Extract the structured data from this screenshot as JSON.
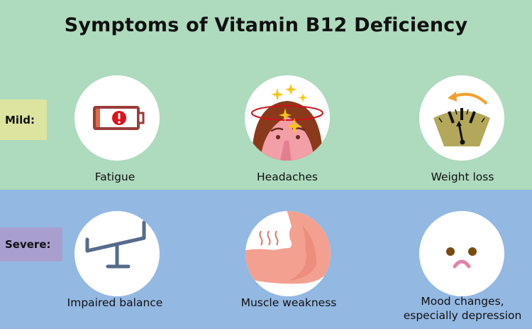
{
  "title": "Symptoms of Vitamin B12 Deficiency",
  "colors": {
    "mild_bg": "#aedabd",
    "severe_bg": "#93b8e2",
    "mild_tag": "#dde4a0",
    "severe_tag": "#a89fcf"
  },
  "sections": {
    "mild": {
      "label": "Mild:",
      "items": [
        {
          "label": "Fatigue",
          "icon": "low-battery-icon"
        },
        {
          "label": "Headaches",
          "icon": "dizzy-head-icon"
        },
        {
          "label": "Weight loss",
          "icon": "scale-dial-icon"
        }
      ]
    },
    "severe": {
      "label": "Severe:",
      "items": [
        {
          "label": "Impaired balance",
          "icon": "seesaw-icon"
        },
        {
          "label": "Muscle weakness",
          "icon": "arm-muscle-icon"
        },
        {
          "label": "Mood changes, especially depression",
          "line1": "Mood changes,",
          "line2": "especially depression",
          "icon": "sad-face-icon"
        }
      ]
    }
  }
}
